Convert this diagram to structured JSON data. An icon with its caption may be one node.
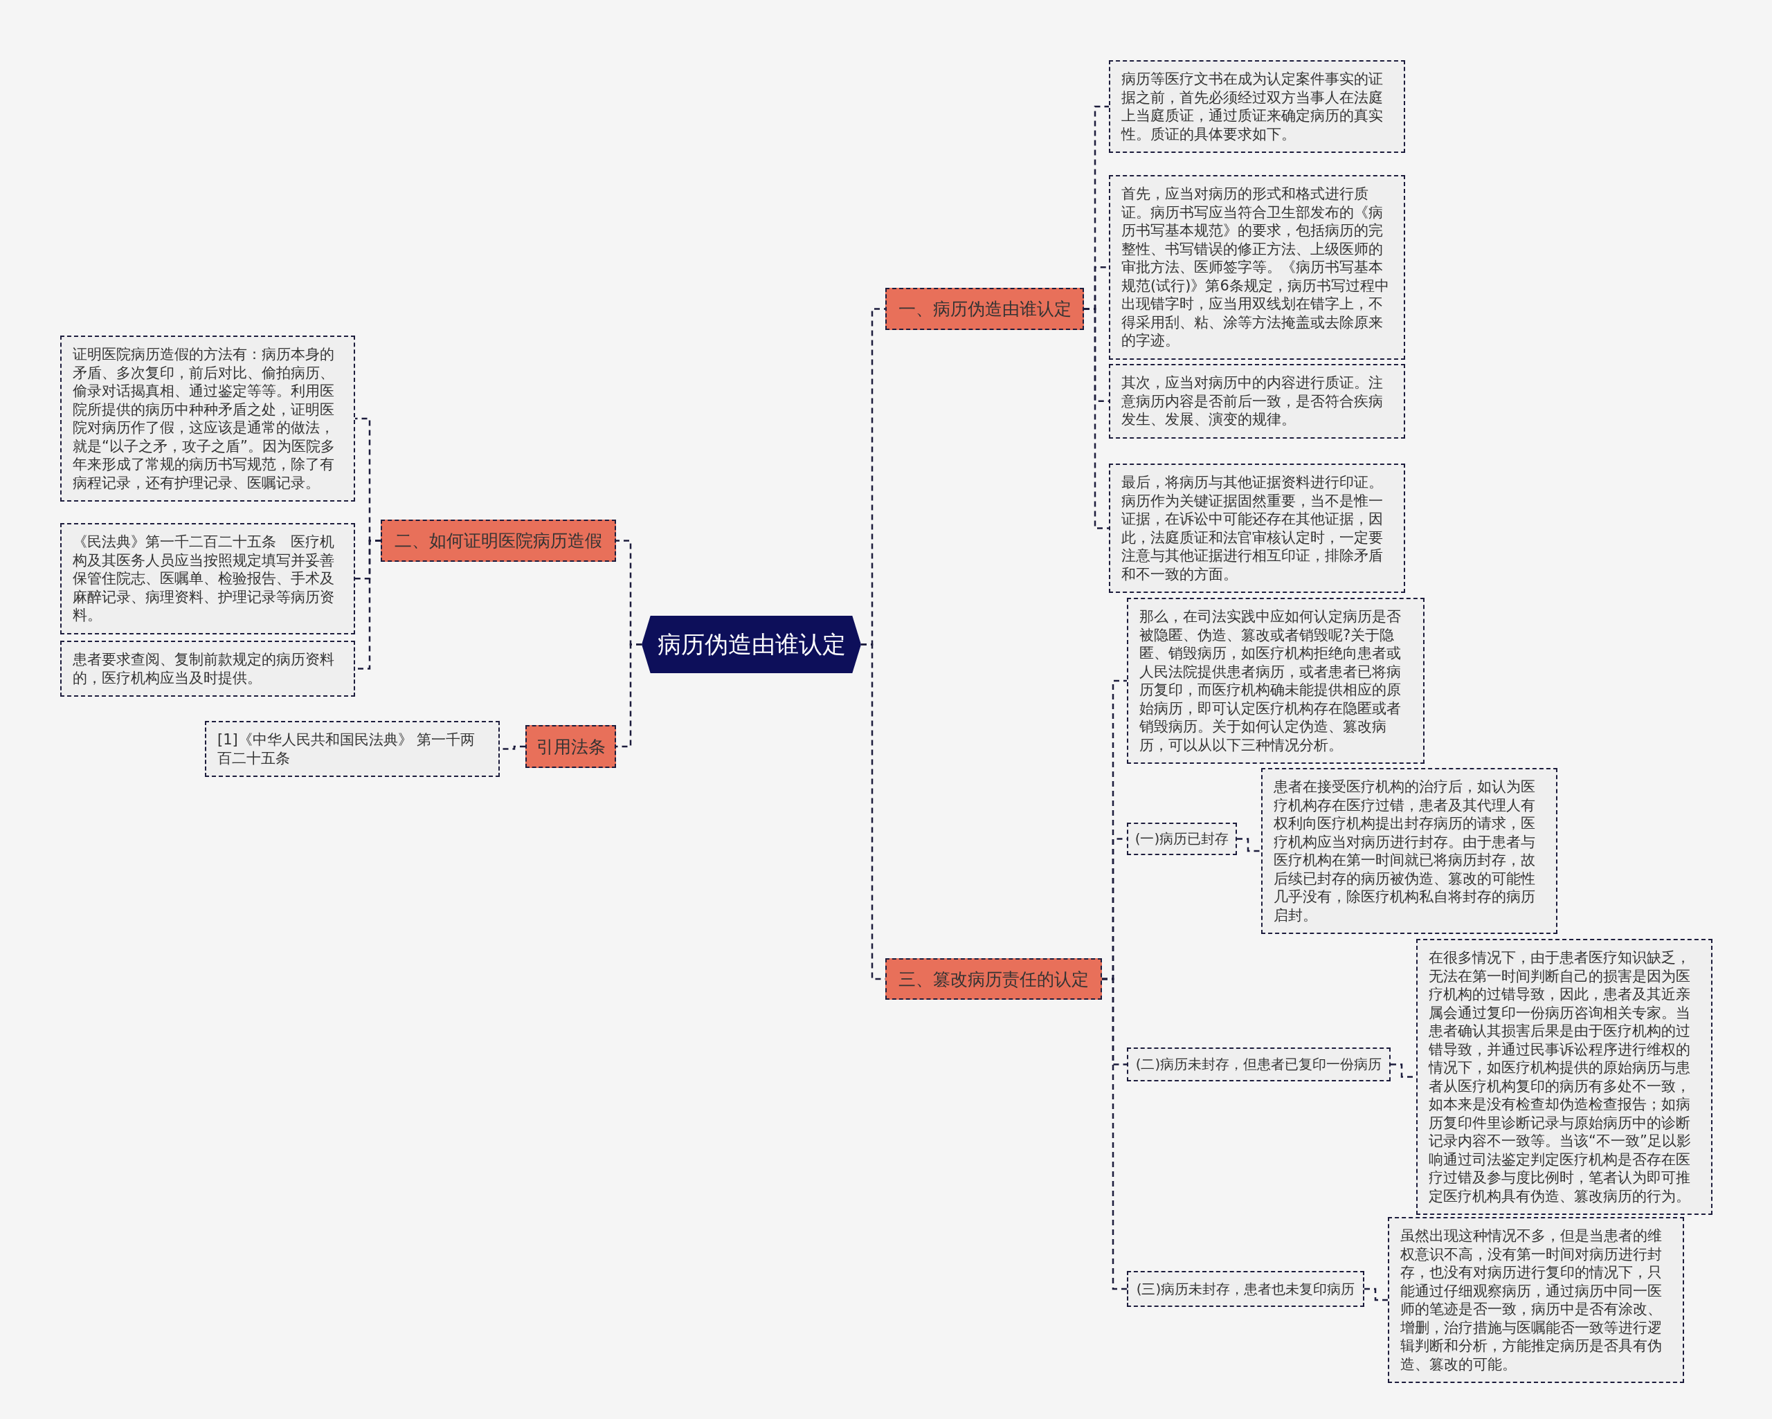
{
  "diagram": {
    "nodes": [
      {
        "text": [
          "病历伪造由谁认定"
        ]
      },
      {
        "text": [
          "一、病历伪造由谁认定"
        ]
      },
      {
        "text": [
          "病历等医疗文书在成为认定案件事实的证据之前，首先必须经过双方当事人在法庭上当庭质证，通过质证来确定病历的真实性。质证的具体要求如下。"
        ]
      },
      {
        "text": [
          "首先，应当对病历的形式和格式进行质证。病历书写应当符合卫生部发布的《病历书写基本规范》的要求，包括病历的完整性、书写错误的修正方法、上级医师的审批方法、医师签字等。《病历书写基本规范(试行)》第6条规定，病历书写过程中出现错字时，应当用双线划在错字上，不得采用刮、粘、涂等方法掩盖或去除原来的字迹。"
        ]
      },
      {
        "text": [
          "其次，应当对病历中的内容进行质证。注意病历内容是否前后一致，是否符合疾病发生、发展、演变的规律。"
        ]
      },
      {
        "text": [
          "最后，将病历与其他证据资料进行印证。病历作为关键证据固然重要，当不是惟一证据，在诉讼中可能还存在其他证据，因此，法庭质证和法官审核认定时，一定要注意与其他证据进行相互印证，排除矛盾和不一致的方面。"
        ]
      },
      {
        "text": [
          "二、如何证明医院病历造假"
        ]
      },
      {
        "text": [
          "证明医院病历造假的方法有：病历本身的矛盾、多次复印，前后对比、偷拍病历、偷录对话揭真相、通过鉴定等等。利用医院所提供的病历中种种矛盾之处，证明医院对病历作了假，这应该是通常的做法，就是“以子之矛，攻子之盾”。因为医院多年来形成了常规的病历书写规范，除了有病程记录，还有护理记录、医嘱记录。"
        ]
      },
      {
        "text": [
          "《民法典》第一千二百二十五条　医疗机构及其医务人员应当按照规定填写并妥善保管住院志、医嘱单、检验报告、手术及麻醉记录、病理资料、护理记录等病历资料。"
        ]
      },
      {
        "text": [
          "患者要求查阅、复制前款规定的病历资料的，医疗机构应当及时提供。"
        ]
      },
      {
        "text": [
          "引用法条"
        ]
      },
      {
        "text": [
          "[1]《中华人民共和国民法典》 第一千两百二十五条"
        ]
      },
      {
        "text": [
          "三、篡改病历责任的认定"
        ]
      },
      {
        "text": [
          "那么，在司法实践中应如何认定病历是否被隐匿、伪造、篡改或者销毁呢?关于隐匿、销毁病历，如医疗机构拒绝向患者或人民法院提供患者病历，或者患者已将病历复印，而医疗机构确未能提供相应的原始病历，即可认定医疗机构存在隐匿或者销毁病历。关于如何认定伪造、篡改病历，可以从以下三种情况分析。"
        ]
      },
      {
        "text": [
          "(一)病历已封存"
        ]
      },
      {
        "text": [
          "患者在接受医疗机构的治疗后，如认为医疗机构存在医疗过错，患者及其代理人有权利向医疗机构提出封存病历的请求，医疗机构应当对病历进行封存。由于患者与医疗机构在第一时间就已将病历封存，故后续已封存的病历被伪造、篡改的可能性几乎没有，除医疗机构私自将封存的病历启封。"
        ]
      },
      {
        "text": [
          "(二)病历未封存，但患者已复印一份病历"
        ]
      },
      {
        "text": [
          "在很多情况下，由于患者医疗知识缺乏，无法在第一时间判断自己的损害是因为医疗机构的过错导致，因此，患者及其近亲属会通过复印一份病历咨询相关专家。当患者确认其损害后果是由于医疗机构的过错导致，并通过民事诉讼程序进行维权的情况下，如医疗机构提供的原始病历与患者从医疗机构复印的病历有多处不一致，如本来是没有检查却伪造检查报告；如病历复印件里诊断记录与原始病历中的诊断记录内容不一致等。当该“不一致”足以影响通过司法鉴定判定医疗机构是否存在医疗过错及参与度比例时，笔者认为即可推定医疗机构具有伪造、篡改病历的行为。"
        ]
      },
      {
        "text": [
          "(三)病历未封存，患者也未复印病历"
        ]
      },
      {
        "text": [
          "虽然出现这种情况不多，但是当患者的维权意识不高，没有第一时间对病历进行封存，也没有对病历进行复印的情况下，只能通过仔细观察病历，通过病历中同一医师的笔迹是否一致，病历中是否有涂改、增删，治疗措施与医嘱能否一致等进行逻辑判断和分析，方能推定病历是否具有伪造、篡改的可能。"
        ]
      }
    ],
    "edges": [
      {
        "from": 0,
        "to": 1,
        "arrow": "none",
        "style": "dashed"
      },
      {
        "from": 1,
        "to": 2,
        "arrow": "none",
        "style": "dashed"
      },
      {
        "from": 1,
        "to": 3,
        "arrow": "none",
        "style": "dashed"
      },
      {
        "from": 1,
        "to": 4,
        "arrow": "none",
        "style": "dashed"
      },
      {
        "from": 1,
        "to": 5,
        "arrow": "none",
        "style": "dashed"
      },
      {
        "from": 0,
        "to": 6,
        "arrow": "none",
        "style": "dashed"
      },
      {
        "from": 6,
        "to": 7,
        "arrow": "none",
        "style": "dashed"
      },
      {
        "from": 6,
        "to": 8,
        "arrow": "none",
        "style": "dashed"
      },
      {
        "from": 6,
        "to": 9,
        "arrow": "none",
        "style": "dashed"
      },
      {
        "from": 0,
        "to": 10,
        "arrow": "none",
        "style": "dashed"
      },
      {
        "from": 10,
        "to": 11,
        "arrow": "none",
        "style": "dashed"
      },
      {
        "from": 0,
        "to": 12,
        "arrow": "none",
        "style": "dashed"
      },
      {
        "from": 12,
        "to": 13,
        "arrow": "none",
        "style": "dashed"
      },
      {
        "from": 12,
        "to": 14,
        "arrow": "none",
        "style": "dashed"
      },
      {
        "from": 14,
        "to": 15,
        "arrow": "none",
        "style": "dashed"
      },
      {
        "from": 12,
        "to": 16,
        "arrow": "none",
        "style": "dashed"
      },
      {
        "from": 16,
        "to": 17,
        "arrow": "none",
        "style": "dashed"
      },
      {
        "from": 12,
        "to": 18,
        "arrow": "none",
        "style": "dashed"
      },
      {
        "from": 18,
        "to": 19,
        "arrow": "none",
        "style": "dashed"
      }
    ]
  }
}
